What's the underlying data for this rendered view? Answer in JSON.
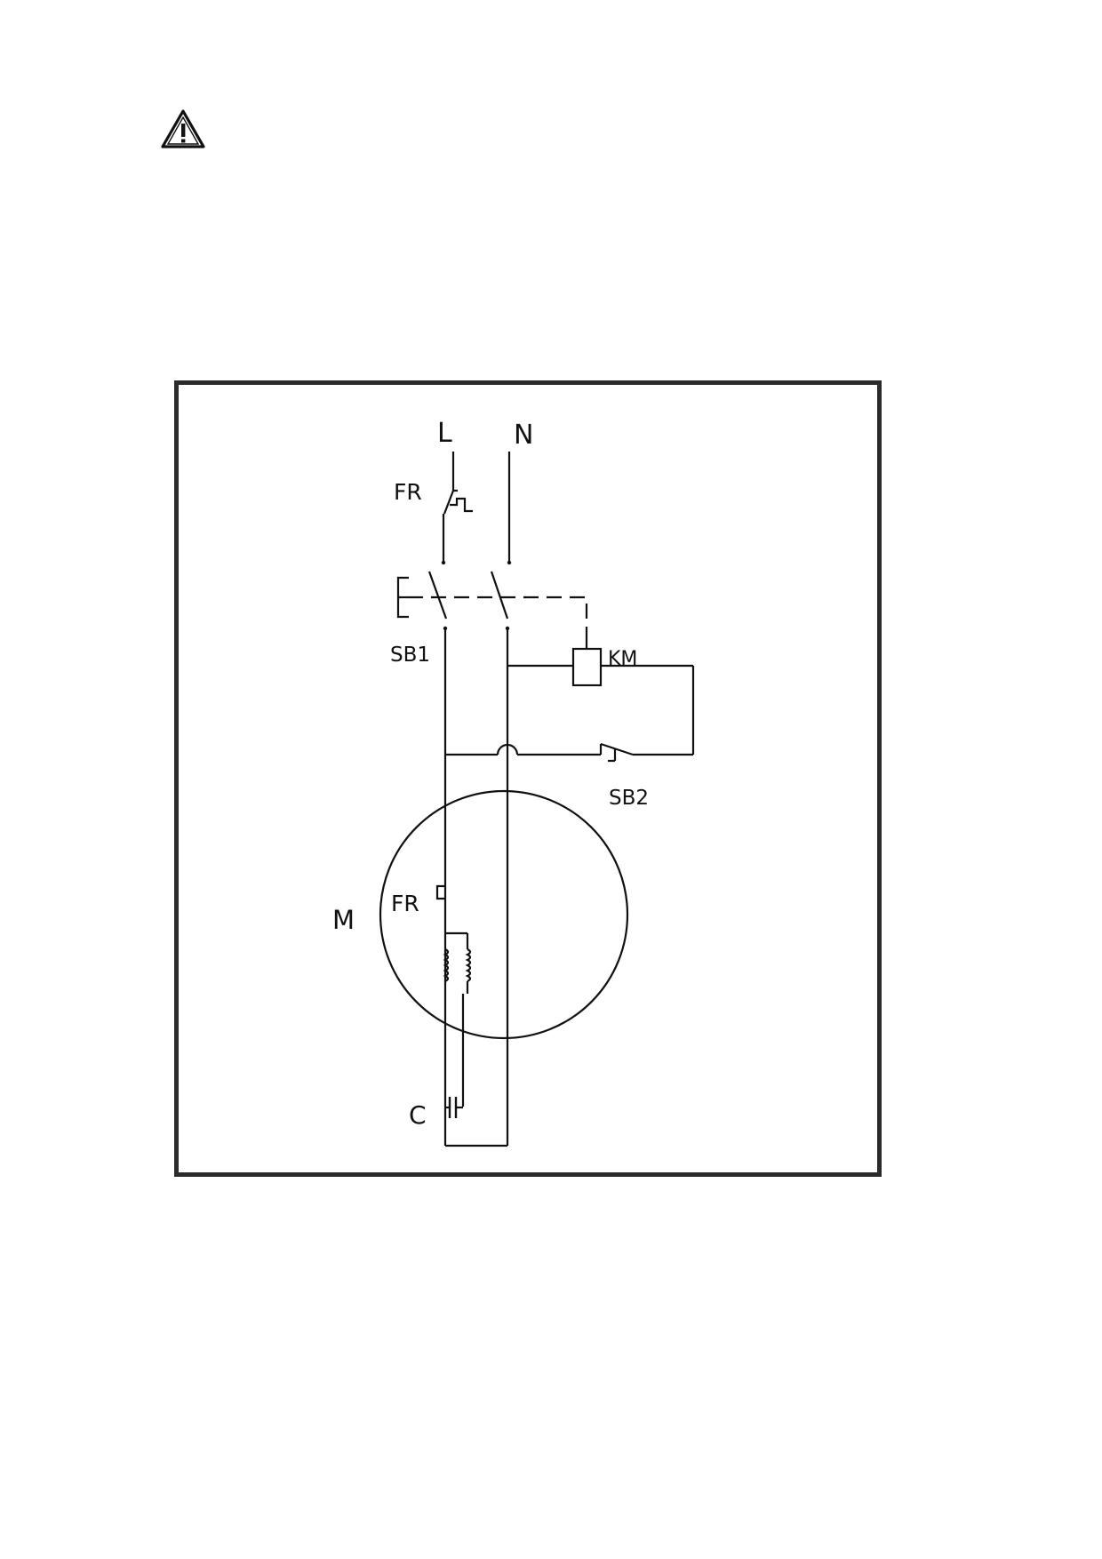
{
  "icons": {
    "warning": "warning-triangle-icon"
  },
  "diagram": {
    "labels": {
      "line": "L",
      "neutral": "N",
      "thermal_relay_top": "FR",
      "main_switch": "SB1",
      "contactor_coil": "KM",
      "push_button": "SB2",
      "thermal_relay_motor": "FR",
      "motor": "M",
      "capacitor": "C"
    }
  },
  "colors": {
    "ink": "#111111",
    "frame": "#2b2b2b",
    "background": "#ffffff"
  }
}
